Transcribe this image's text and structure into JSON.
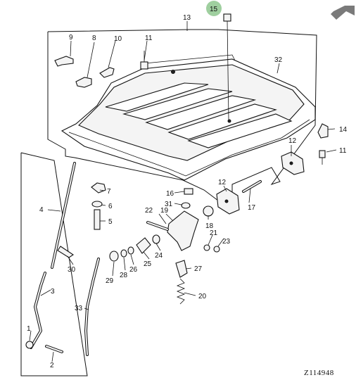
{
  "callouts": {
    "c1": "1",
    "c2": "2",
    "c3": "3",
    "c4": "4",
    "c5": "5",
    "c6": "6",
    "c7": "7",
    "c8": "8",
    "c9": "9",
    "c10": "10",
    "c11a": "11",
    "c11b": "11",
    "c12a": "12",
    "c12b": "12",
    "c13": "13",
    "c14": "14",
    "c15": "15",
    "c16": "16",
    "c17": "17",
    "c18": "18",
    "c19": "19",
    "c20": "20",
    "c21": "21",
    "c22": "22",
    "c23": "23",
    "c24": "24",
    "c25": "25",
    "c26": "26",
    "c27": "27",
    "c28": "28",
    "c29": "29",
    "c30": "30",
    "c31": "31",
    "c32": "32",
    "c33": "33"
  },
  "diagram_code": "Z114948",
  "highlight_color": "#9fcf9f",
  "icons": {
    "nav": "arrow-up-right-icon"
  }
}
